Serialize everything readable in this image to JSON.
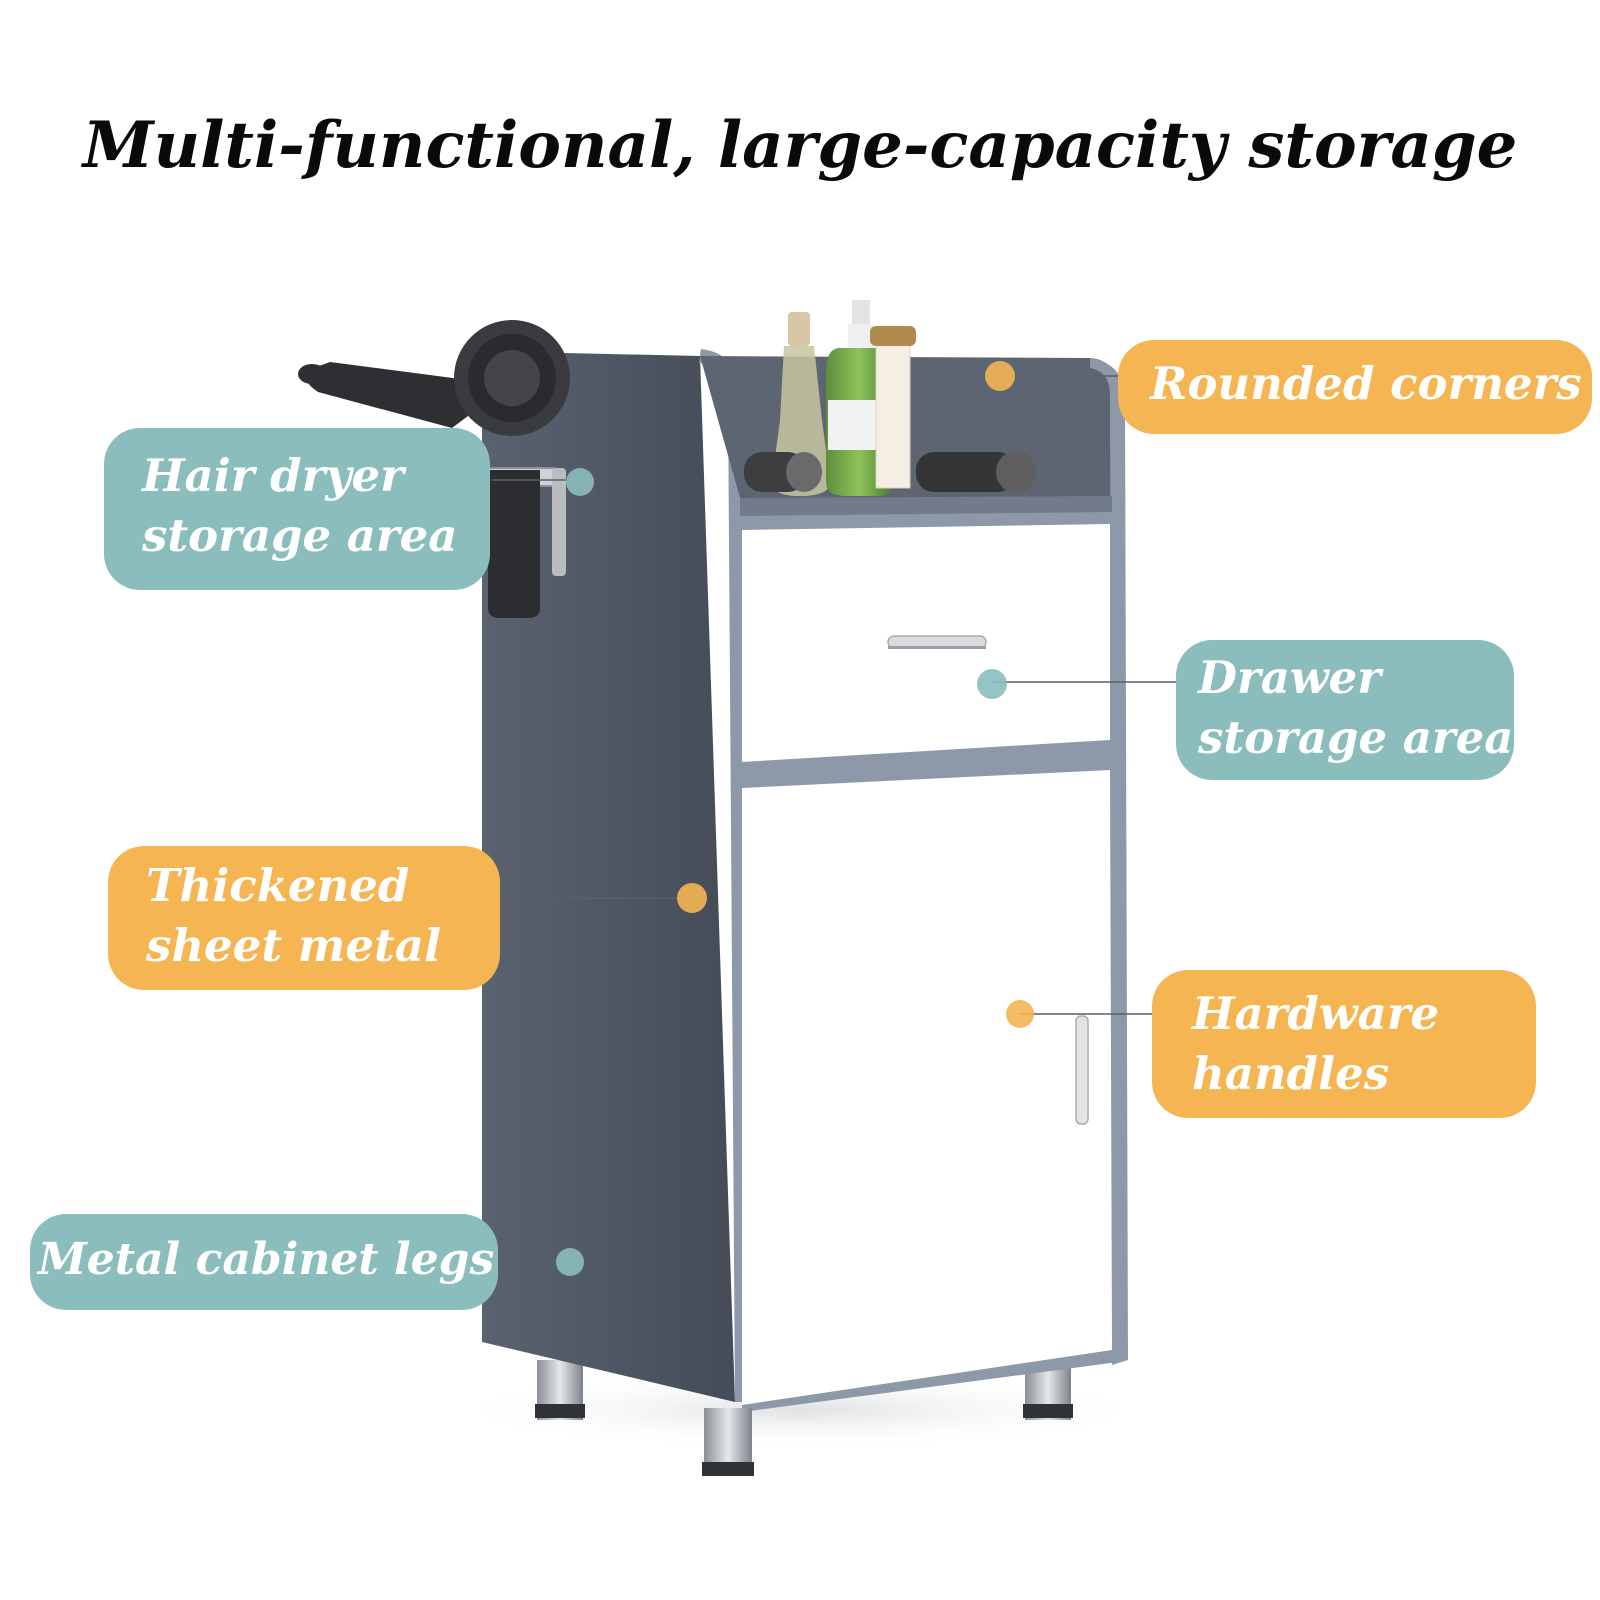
{
  "title": "Multi-functional, large-capacity storage",
  "callouts": {
    "rounded_corners": "Rounded corners",
    "hair_dryer_line1": "Hair dryer",
    "hair_dryer_line2": "storage area",
    "drawer_line1": "Drawer",
    "drawer_line2": "storage area",
    "thickened_line1": "Thickened",
    "thickened_line2": "sheet metal",
    "hardware_line1": "Hardware",
    "hardware_line2": "handles",
    "legs": "Metal cabinet legs"
  },
  "colors": {
    "teal": "#8bbdbd",
    "orange": "#f4b552",
    "cabinet_side": "#4e5663",
    "cabinet_edge": "#8d98a8",
    "cabinet_front": "#ffffff"
  }
}
